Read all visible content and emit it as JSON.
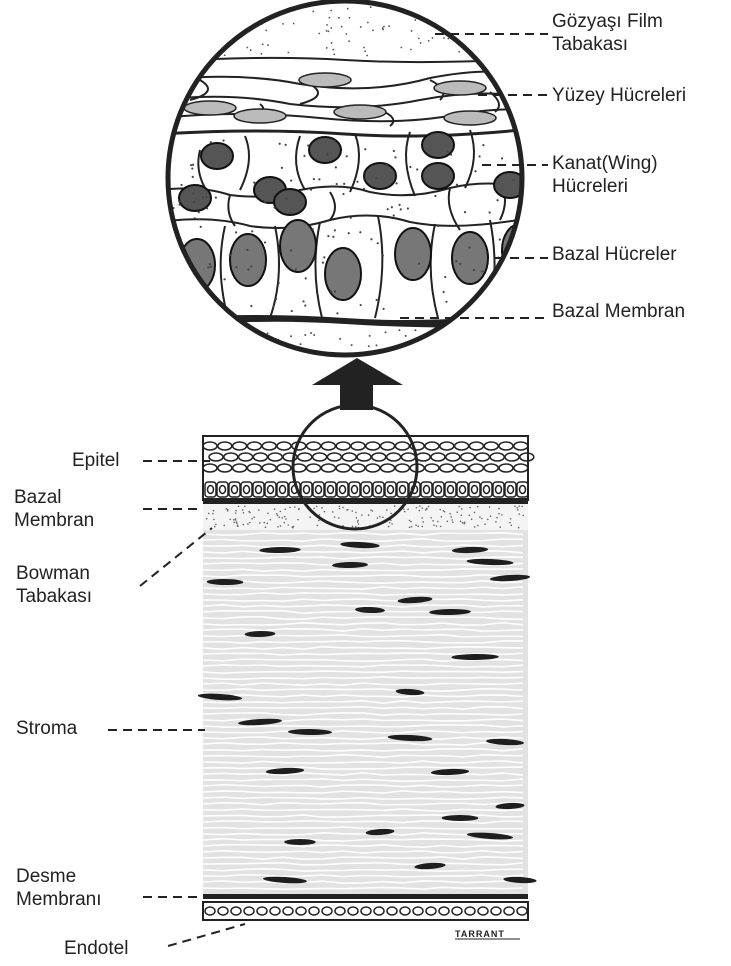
{
  "top_labels": [
    {
      "lines": [
        "Gözyaşı Film",
        "Tabakası"
      ]
    },
    {
      "lines": [
        "Yüzey Hücreleri"
      ]
    },
    {
      "lines": [
        "Kanat(Wing)",
        "Hücreleri"
      ]
    },
    {
      "lines": [
        "Bazal Hücreler"
      ]
    },
    {
      "lines": [
        "Bazal Membran"
      ]
    }
  ],
  "side_labels": [
    {
      "lines": [
        "Epitel"
      ]
    },
    {
      "lines": [
        "Bazal",
        "Membran"
      ]
    },
    {
      "lines": [
        "Bowman",
        "Tabakası"
      ]
    },
    {
      "lines": [
        "Stroma"
      ]
    },
    {
      "lines": [
        "Desme",
        "Membranı"
      ]
    },
    {
      "lines": [
        "Endotel"
      ]
    }
  ],
  "signature": "TARRANT",
  "colors": {
    "ink": "#222222",
    "background": "#ffffff"
  }
}
